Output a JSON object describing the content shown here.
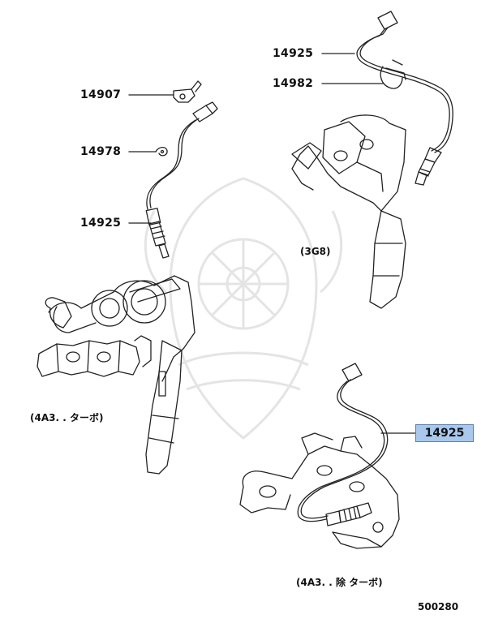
{
  "diagram": {
    "callouts": {
      "c14907": "14907",
      "c14978": "14978",
      "c14925_left": "14925",
      "c14925_top": "14925",
      "c14982": "14982",
      "c14925_highlight": "14925"
    },
    "captions": {
      "turbo": "(4A3. . ターボ)",
      "g3g8": "(3G8)",
      "non_turbo": "(4A3. . 除 ターボ)"
    },
    "diagram_number": "500280",
    "colors": {
      "highlight_fill": "#a9c8ec",
      "highlight_border": "#5a7fb0",
      "line": "#222222"
    },
    "icons": [
      "watermark-emblem-icon"
    ]
  }
}
